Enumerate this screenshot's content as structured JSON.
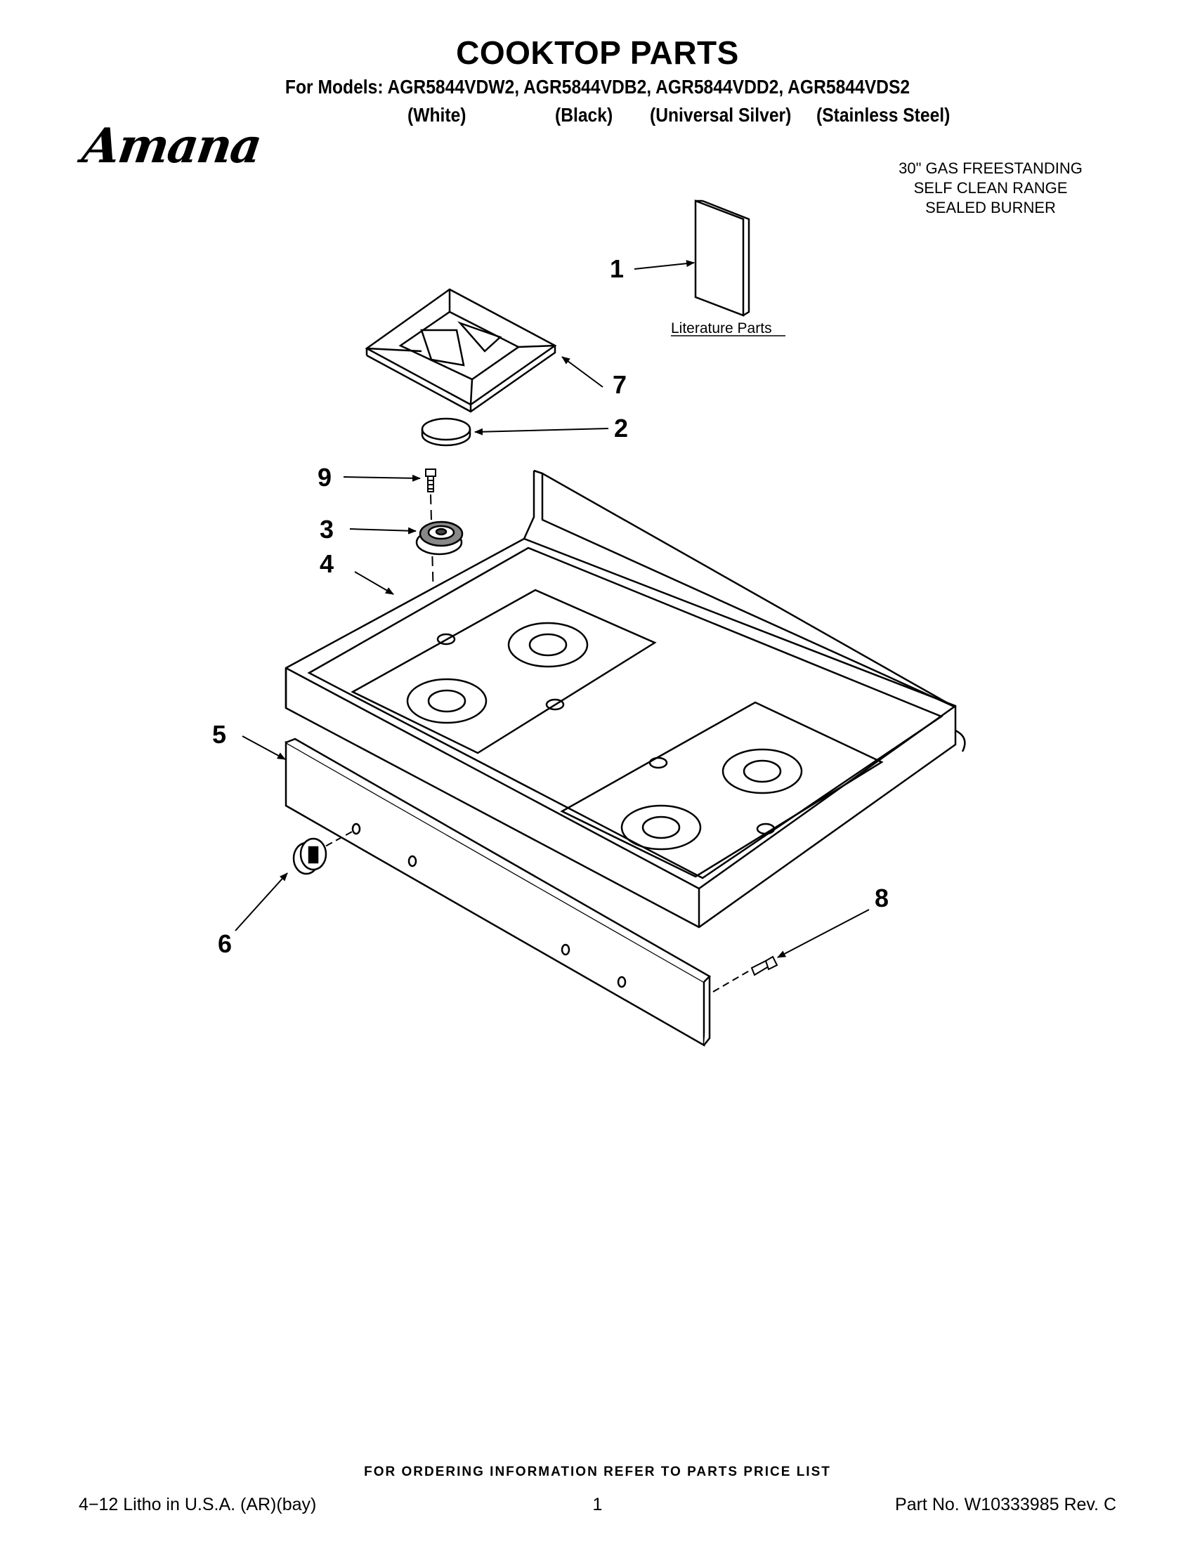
{
  "header": {
    "title": "COOKTOP PARTS",
    "models_line": "For Models: AGR5844VDW2, AGR5844VDB2, AGR5844VDD2, AGR5844VDS2",
    "finishes": [
      "(White)",
      "(Black)",
      "(Universal Silver)",
      "(Stainless Steel)"
    ]
  },
  "brand": {
    "logo_text": "Amana"
  },
  "product_description": [
    "30\" GAS FREESTANDING",
    "SELF CLEAN RANGE",
    "SEALED BURNER"
  ],
  "diagram": {
    "literature_label": "Literature Parts",
    "callouts": [
      "1",
      "2",
      "3",
      "4",
      "5",
      "6",
      "7",
      "8",
      "9"
    ]
  },
  "footer": {
    "ordering_note": "FOR ORDERING INFORMATION REFER TO PARTS PRICE LIST",
    "litho": "4−12 Litho in U.S.A. (AR)(bay)",
    "page_number": "1",
    "part_number": "Part No. W10333985 Rev. C"
  }
}
